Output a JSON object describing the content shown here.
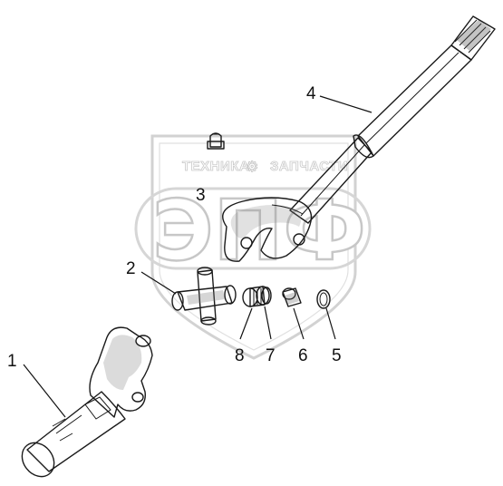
{
  "diagram": {
    "watermark": {
      "left_text": "ТЕХНИКА",
      "right_text": "ЗАПЧАСТИ",
      "logo_letters": "ЭПФ"
    },
    "callouts": [
      {
        "id": "part-1",
        "label": "1"
      },
      {
        "id": "part-2",
        "label": "2"
      },
      {
        "id": "part-3",
        "label": "3"
      },
      {
        "id": "part-4",
        "label": "4"
      },
      {
        "id": "part-5",
        "label": "5"
      },
      {
        "id": "part-6",
        "label": "6"
      },
      {
        "id": "part-7",
        "label": "7"
      },
      {
        "id": "part-8",
        "label": "8"
      }
    ],
    "colors": {
      "ink": "#1a1a1a",
      "watermark": "#c9c9c9",
      "background": "#ffffff"
    }
  }
}
